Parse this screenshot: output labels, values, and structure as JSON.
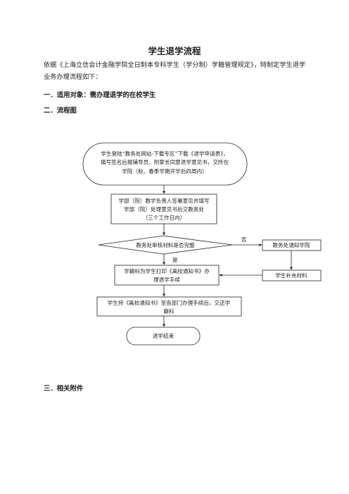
{
  "title": "学生退学流程",
  "intro": "依据《上海立信会计金融学院全日制本专科学生（学分制）学籍管理规定》，特制定学生退学业务办理流程如下：",
  "section1": {
    "label": "一．适用对象：",
    "text": "需办理退学的在校学生"
  },
  "section2": {
    "label": "二．流程图"
  },
  "section3": {
    "label": "三．相关附件"
  },
  "flow": {
    "start": [
      "学生登陆“教务处网站-下载专区”下载《退学申请表》，",
      "填写签名后报辅导员，附家长同意退学意见书，交所在",
      "学院（秋、春季学期开学后四周内）"
    ],
    "step1": [
      "学部（院）教学负责人签署意见并填写",
      "学部（院）处理意见书后交教务处",
      "（三个工作日内）"
    ],
    "decision": "教务处审核材料是否完整",
    "no_label": "否",
    "yes_label": "是",
    "notify": "教务处通知学院",
    "supplement": "学生补充材料",
    "step2": [
      "学籍科为学生打印《离校通知书》办",
      "理退学手续"
    ],
    "step3": [
      "学生持《离校通知书》至各部门办理手续后，交还学",
      "籍科"
    ],
    "end": "退学结束"
  }
}
